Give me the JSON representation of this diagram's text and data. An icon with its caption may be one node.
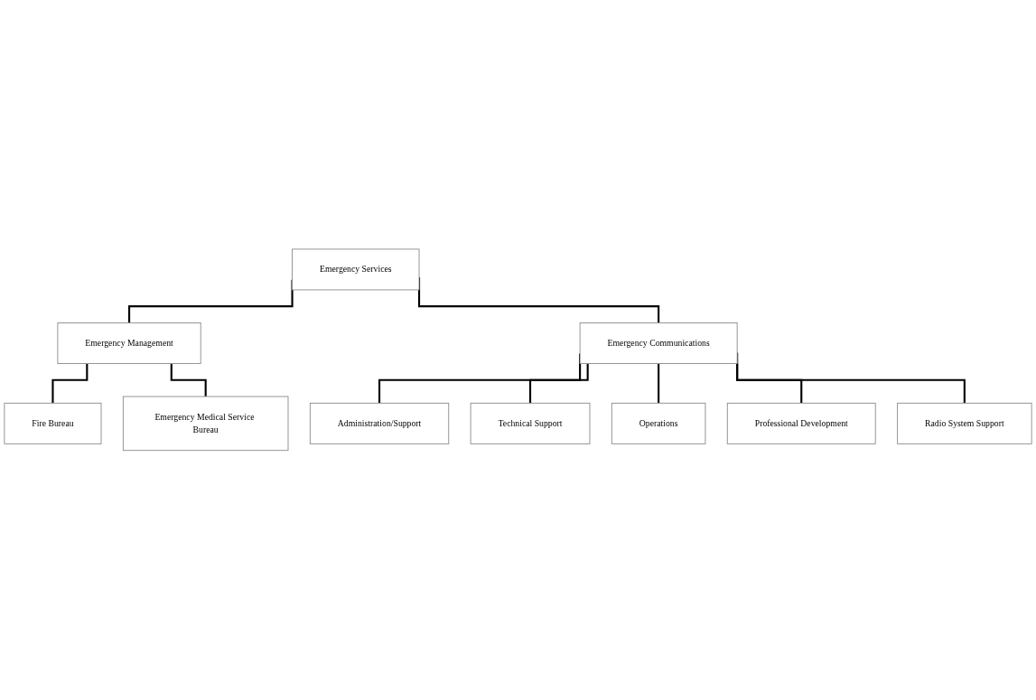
{
  "diagram": {
    "nodes": [
      {
        "text": [
          "Emergency Services"
        ]
      },
      {
        "text": [
          "Emergency Management"
        ]
      },
      {
        "text": [
          "Emergency Communications"
        ]
      },
      {
        "text": [
          "Fire Bureau"
        ]
      },
      {
        "text": [
          "Emergency Medical Service Bureau"
        ]
      },
      {
        "text": [
          "Administration/Support"
        ]
      },
      {
        "text": [
          "Technical Support"
        ]
      },
      {
        "text": [
          "Operations"
        ]
      },
      {
        "text": [
          "Professional Development"
        ]
      },
      {
        "text": [
          "Radio System Support"
        ]
      }
    ],
    "edges": [
      {
        "from": 0,
        "to": 1,
        "arrow": "none"
      },
      {
        "from": 0,
        "to": 2,
        "arrow": "none"
      },
      {
        "from": 1,
        "to": 3,
        "arrow": "none"
      },
      {
        "from": 1,
        "to": 4,
        "arrow": "none"
      },
      {
        "from": 2,
        "to": 5,
        "arrow": "none"
      },
      {
        "from": 2,
        "to": 6,
        "arrow": "none"
      },
      {
        "from": 2,
        "to": 7,
        "arrow": "none"
      },
      {
        "from": 2,
        "to": 8,
        "arrow": "none"
      },
      {
        "from": 2,
        "to": 9,
        "arrow": "none"
      }
    ]
  }
}
